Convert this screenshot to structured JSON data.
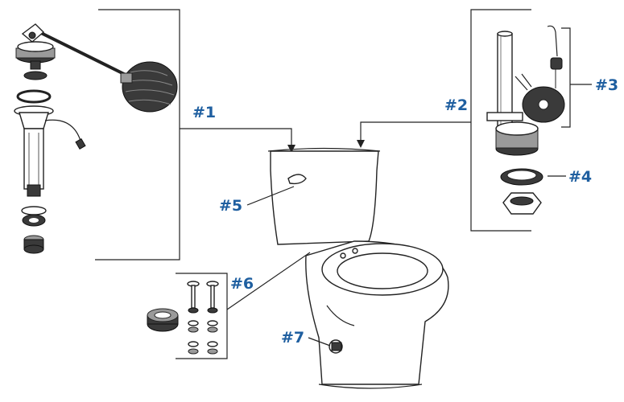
{
  "colors": {
    "callout": "#1f5fa0",
    "line": "#222222",
    "background": "#ffffff"
  },
  "callouts": {
    "c1": "#1",
    "c2": "#2",
    "c3": "#3",
    "c4": "#4",
    "c5": "#5",
    "c6": "#6",
    "c7": "#7"
  }
}
